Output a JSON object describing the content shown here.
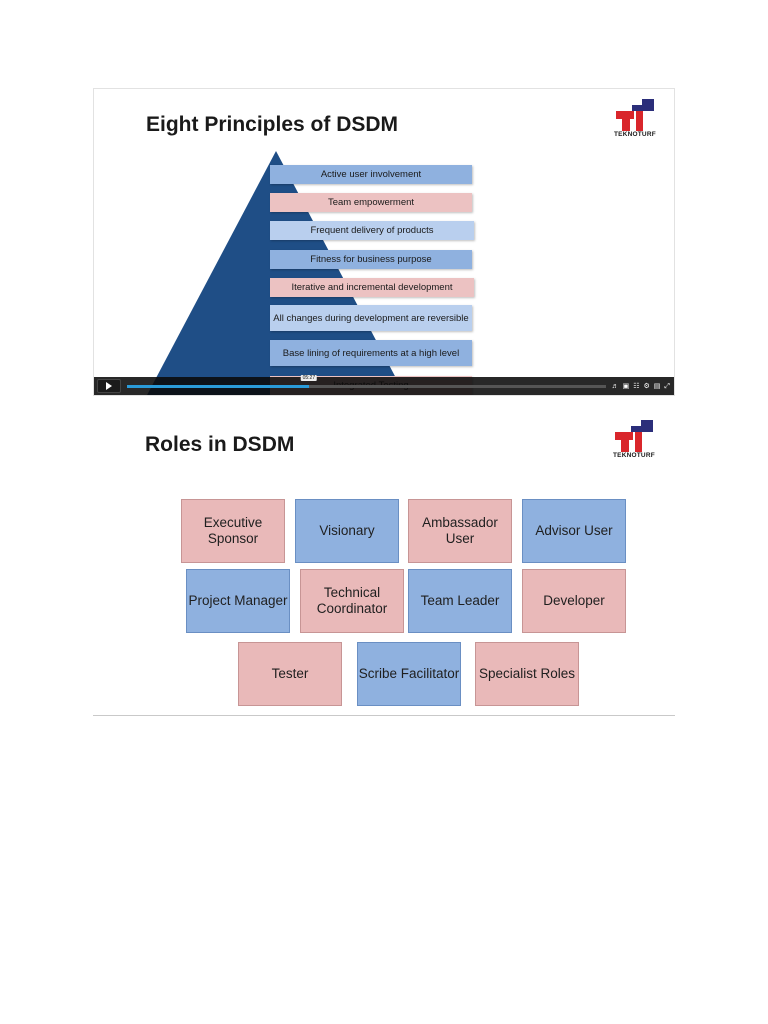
{
  "video": {
    "title": "Eight Principles of DSDM",
    "logo_text": "TEKNOTURF",
    "principles": [
      {
        "label": "Active user involvement",
        "color": "blue"
      },
      {
        "label": "Team empowerment",
        "color": "pink"
      },
      {
        "label": "Frequent delivery of products",
        "color": "lblue"
      },
      {
        "label": "Fitness for business purpose",
        "color": "blue"
      },
      {
        "label": "Iterative and incremental development",
        "color": "pink"
      },
      {
        "label": "All changes during development are reversible",
        "color": "lblue"
      },
      {
        "label": "Base lining of requirements at a high level",
        "color": "blue"
      },
      {
        "label": "Integrated Testing",
        "color": "pink"
      }
    ],
    "player": {
      "progress_fraction": 0.38,
      "time_label": "05:27",
      "icons": [
        "play-icon",
        "volume-icon",
        "captions-icon",
        "chapters-icon",
        "settings-icon",
        "pip-icon",
        "fullscreen-icon"
      ]
    }
  },
  "roles_slide": {
    "title": "Roles in DSDM",
    "logo_text": "TEKNOTURF",
    "roles": [
      {
        "label": "Executive Sponsor",
        "color": "pink"
      },
      {
        "label": "Visionary",
        "color": "blue"
      },
      {
        "label": "Ambassador User",
        "color": "pink"
      },
      {
        "label": "Advisor User",
        "color": "blue"
      },
      {
        "label": "Project Manager",
        "color": "blue"
      },
      {
        "label": "Technical Coordinator",
        "color": "pink"
      },
      {
        "label": "Team Leader",
        "color": "blue"
      },
      {
        "label": "Developer",
        "color": "pink"
      },
      {
        "label": "Tester",
        "color": "pink"
      },
      {
        "label": "Scribe Facilitator",
        "color": "blue"
      },
      {
        "label": "Specialist Roles",
        "color": "pink"
      }
    ]
  },
  "colors": {
    "pyramid": "#1f4e86",
    "band_blue": "#8fb1df",
    "band_pink": "#ecc2c2",
    "logo_red": "#d9262b",
    "logo_navy": "#2b2e7a",
    "progress": "#2a9bd9"
  }
}
